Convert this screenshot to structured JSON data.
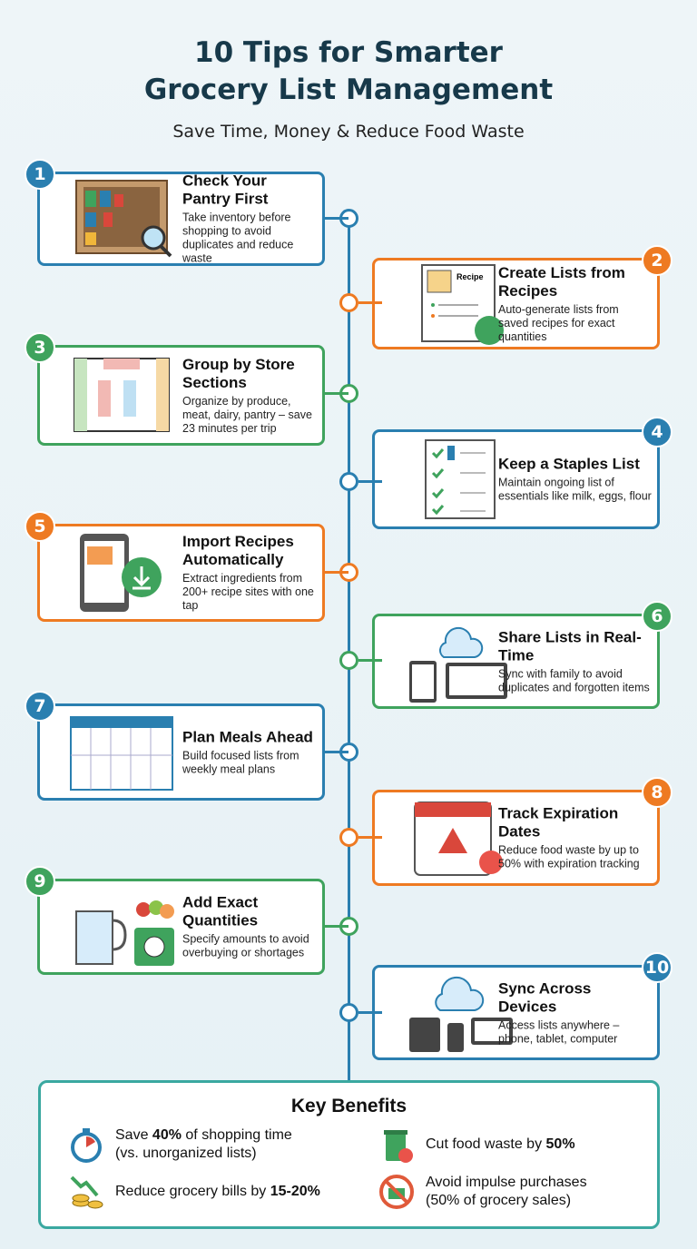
{
  "header": {
    "title_line1": "10 Tips for Smarter",
    "title_line2": "Grocery List Management",
    "subtitle": "Save Time, Money & Reduce Food Waste"
  },
  "colors": {
    "blue": "#2a7fb0",
    "orange": "#ee7a22",
    "green": "#3fa35d",
    "teal": "#3aa8a0"
  },
  "tips": [
    {
      "number": "1",
      "title": "Check Your Pantry First",
      "description": "Take inventory before shopping to avoid duplicates and reduce waste",
      "color": "#2a7fb0",
      "icon": "pantry-magnifier-icon",
      "image_label": ""
    },
    {
      "number": "2",
      "title": "Create Lists from Recipes",
      "description": "Auto-generate lists from saved recipes for exact quantities",
      "color": "#ee7a22",
      "icon": "recipe-cart-icon",
      "image_label": "Recipe"
    },
    {
      "number": "3",
      "title": "Group by Store Sections",
      "description": "Organize by produce, meat, dairy, pantry – save 23 minutes per trip",
      "color": "#3fa35d",
      "icon": "store-map-icon",
      "image_label": ""
    },
    {
      "number": "4",
      "title": "Keep a Staples List",
      "description": "Maintain ongoing list of essentials like milk, eggs, flour",
      "color": "#2a7fb0",
      "icon": "checklist-icon",
      "image_label": ""
    },
    {
      "number": "5",
      "title": "Import Recipes Automatically",
      "description": "Extract ingredients from 200+ recipe sites with one tap",
      "color": "#ee7a22",
      "icon": "tablet-download-icon",
      "image_label": ""
    },
    {
      "number": "6",
      "title": "Share Lists in Real-Time",
      "description": "Sync with family to avoid duplicates and forgotten items",
      "color": "#3fa35d",
      "icon": "cloud-sync-devices-icon",
      "image_label": ""
    },
    {
      "number": "7",
      "title": "Plan Meals Ahead",
      "description": "Build focused lists from weekly meal plans",
      "color": "#2a7fb0",
      "icon": "meal-calendar-icon",
      "image_label": ""
    },
    {
      "number": "8",
      "title": "Track Expiration Dates",
      "description": "Reduce food waste by up to 50% with expiration tracking",
      "color": "#ee7a22",
      "icon": "calendar-warning-icon",
      "image_label": ""
    },
    {
      "number": "9",
      "title": "Add Exact Quantities",
      "description": "Specify amounts to avoid overbuying or shortages",
      "color": "#3fa35d",
      "icon": "measuring-scale-icon",
      "image_label": ""
    },
    {
      "number": "10",
      "title": "Sync Across Devices",
      "description": "Access lists anywhere – phone, tablet, computer",
      "color": "#2a7fb0",
      "icon": "cloud-devices-icon",
      "image_label": ""
    }
  ],
  "benefits": {
    "title": "Key Benefits",
    "items": [
      {
        "pre": "Save ",
        "bold": "40%",
        "post": " of shopping time",
        "line2": "(vs. unorganized lists)",
        "icon": "stopwatch-icon"
      },
      {
        "pre": "Cut food waste by ",
        "bold": "50%",
        "post": "",
        "line2": "",
        "icon": "trash-bin-icon"
      },
      {
        "pre": "Reduce grocery bills by ",
        "bold": "15-20%",
        "post": "",
        "line2": "",
        "icon": "coins-down-arrow-icon"
      },
      {
        "pre": "Avoid impulse purchases",
        "bold": "",
        "post": "",
        "line2": "(50% of grocery sales)",
        "icon": "no-basket-icon"
      }
    ]
  }
}
